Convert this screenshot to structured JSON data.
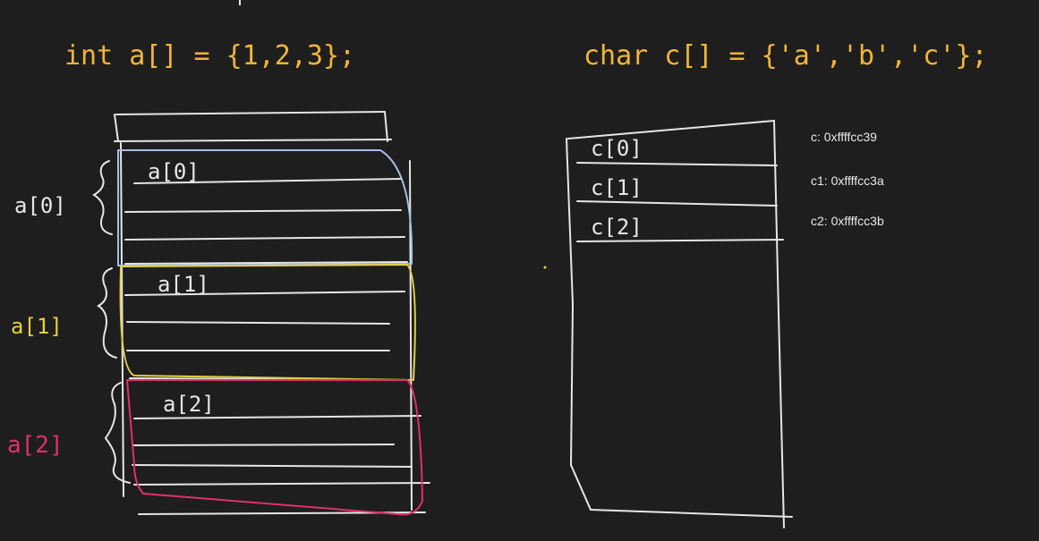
{
  "headings": {
    "int_decl": "int a[] = {1,2,3};",
    "char_decl": "char c[] = {'a','b','c'};"
  },
  "int_array": {
    "side_labels": [
      "a[0]",
      "a[1]",
      "a[2]"
    ],
    "cell_labels": [
      "a[0]",
      "a[1]",
      "a[2]"
    ]
  },
  "char_array": {
    "cell_labels": [
      "c[0]",
      "c[1]",
      "c[2]"
    ]
  },
  "addresses": [
    "c: 0xffffcc39",
    "c1: 0xffffcc3a",
    "c2: 0xffffcc3b"
  ],
  "colors": {
    "background": "#1e1e1e",
    "ink": "#e6e6e6",
    "heading": "#f2b53a",
    "group_a0": "#a9bde6",
    "group_a1": "#e4cf45",
    "group_a2": "#e0306a"
  }
}
